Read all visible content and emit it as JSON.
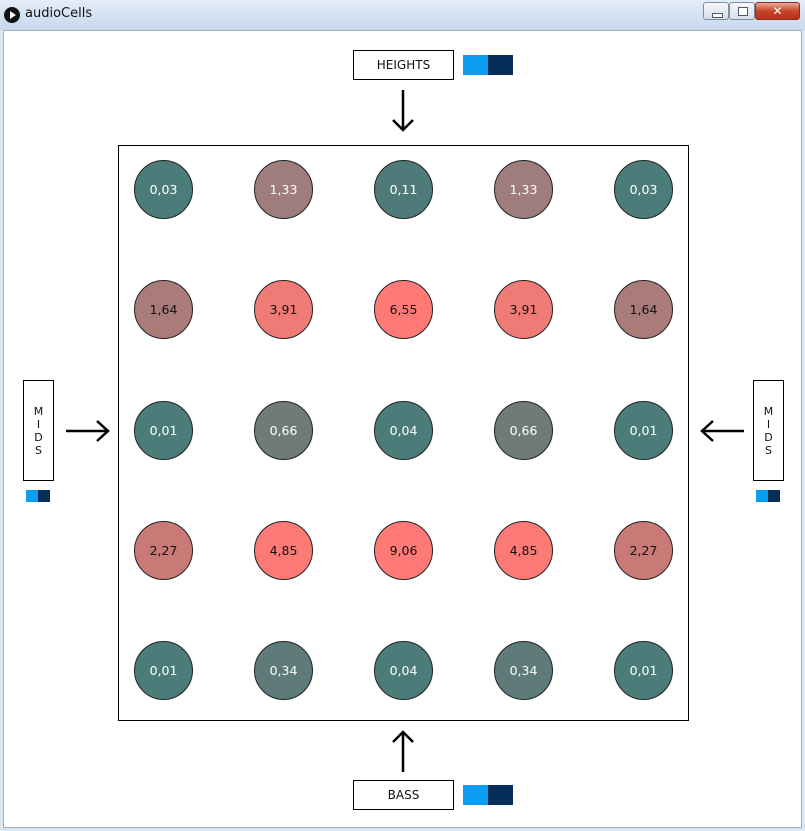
{
  "window": {
    "title": "audioCells",
    "close_glyph": "✕"
  },
  "labels": {
    "top": "HEIGHTS",
    "bottom": "BASS",
    "left": [
      "M",
      "I",
      "D",
      "S"
    ],
    "right": [
      "M",
      "I",
      "D",
      "S"
    ]
  },
  "colors": {
    "swatch_light": "#0a9df0",
    "swatch_dark": "#062e5b"
  },
  "cells": [
    [
      {
        "value": "0,03",
        "color": "#4c7c7a"
      },
      {
        "value": "1,33",
        "color": "#9e7d7c"
      },
      {
        "value": "0,11",
        "color": "#4e7b79"
      },
      {
        "value": "1,33",
        "color": "#9e7d7c"
      },
      {
        "value": "0,03",
        "color": "#4c7c7a"
      }
    ],
    [
      {
        "value": "1,64",
        "color": "#a97b79"
      },
      {
        "value": "3,91",
        "color": "#f07a76"
      },
      {
        "value": "6,55",
        "color": "#ff7a77"
      },
      {
        "value": "3,91",
        "color": "#f07a76"
      },
      {
        "value": "1,64",
        "color": "#a97b79"
      }
    ],
    [
      {
        "value": "0,01",
        "color": "#4c7c7a"
      },
      {
        "value": "0,66",
        "color": "#707a78"
      },
      {
        "value": "0,04",
        "color": "#4c7c7a"
      },
      {
        "value": "0,66",
        "color": "#707a78"
      },
      {
        "value": "0,01",
        "color": "#4c7c7a"
      }
    ],
    [
      {
        "value": "2,27",
        "color": "#c97a77"
      },
      {
        "value": "4,85",
        "color": "#fb7a76"
      },
      {
        "value": "9,06",
        "color": "#ff7a77"
      },
      {
        "value": "4,85",
        "color": "#fb7a76"
      },
      {
        "value": "2,27",
        "color": "#c97a77"
      }
    ],
    [
      {
        "value": "0,01",
        "color": "#4c7c7a"
      },
      {
        "value": "0,34",
        "color": "#5e7b79"
      },
      {
        "value": "0,04",
        "color": "#4c7c7a"
      },
      {
        "value": "0,34",
        "color": "#5e7b79"
      },
      {
        "value": "0,01",
        "color": "#4c7c7a"
      }
    ]
  ]
}
